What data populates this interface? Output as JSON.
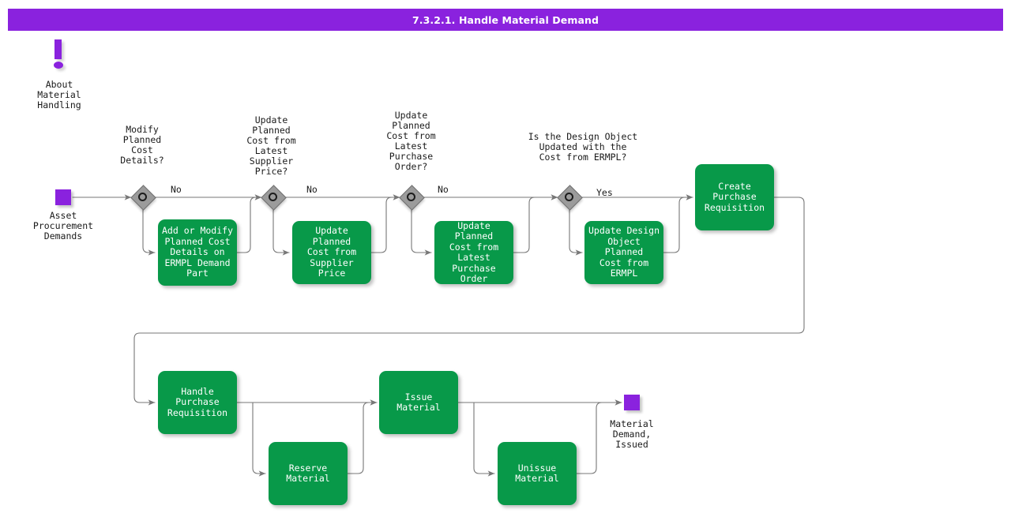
{
  "header": {
    "title": "7.3.2.1. Handle Material Demand",
    "bar_color": "#8a22de"
  },
  "theme": {
    "task_color": "#089949",
    "event_color": "#8a22de",
    "gateway_color": "#9b9b9b",
    "connector_color": "#777777",
    "text_color": "#1a1a1a"
  },
  "note": {
    "icon": "exclamation-icon",
    "label": "About\nMaterial\nHandling"
  },
  "events": {
    "start": {
      "label": "Asset\nProcurement\nDemands"
    },
    "end": {
      "label": "Material\nDemand,\nIssued"
    }
  },
  "gateways": [
    {
      "id": "g1",
      "question": "Modify\nPlanned\nCost\nDetails?",
      "branch_label": "No"
    },
    {
      "id": "g2",
      "question": "Update\nPlanned\nCost from\nLatest\nSupplier\nPrice?",
      "branch_label": "No"
    },
    {
      "id": "g3",
      "question": "Update\nPlanned\nCost from\nLatest\nPurchase\nOrder?",
      "branch_label": "No"
    },
    {
      "id": "g4",
      "question": "Is the Design Object\nUpdated with the\nCost from ERMPL?",
      "branch_label": "Yes"
    }
  ],
  "tasks": [
    {
      "id": "t1",
      "label": "Add or Modify\nPlanned Cost\nDetails on\nERMPL Demand\nPart"
    },
    {
      "id": "t2",
      "label": "Update Planned\nCost from\nSupplier Price"
    },
    {
      "id": "t3",
      "label": "Update Planned\nCost from Latest\nPurchase Order"
    },
    {
      "id": "t4",
      "label": "Update Design\nObject Planned\nCost from\nERMPL"
    },
    {
      "id": "t5",
      "label": "Create Purchase\nRequisition"
    },
    {
      "id": "t6",
      "label": "Handle Purchase\nRequisition"
    },
    {
      "id": "t7",
      "label": "Reserve\nMaterial"
    },
    {
      "id": "t8",
      "label": "Issue\nMaterial"
    },
    {
      "id": "t9",
      "label": "Unissue\nMaterial"
    }
  ]
}
